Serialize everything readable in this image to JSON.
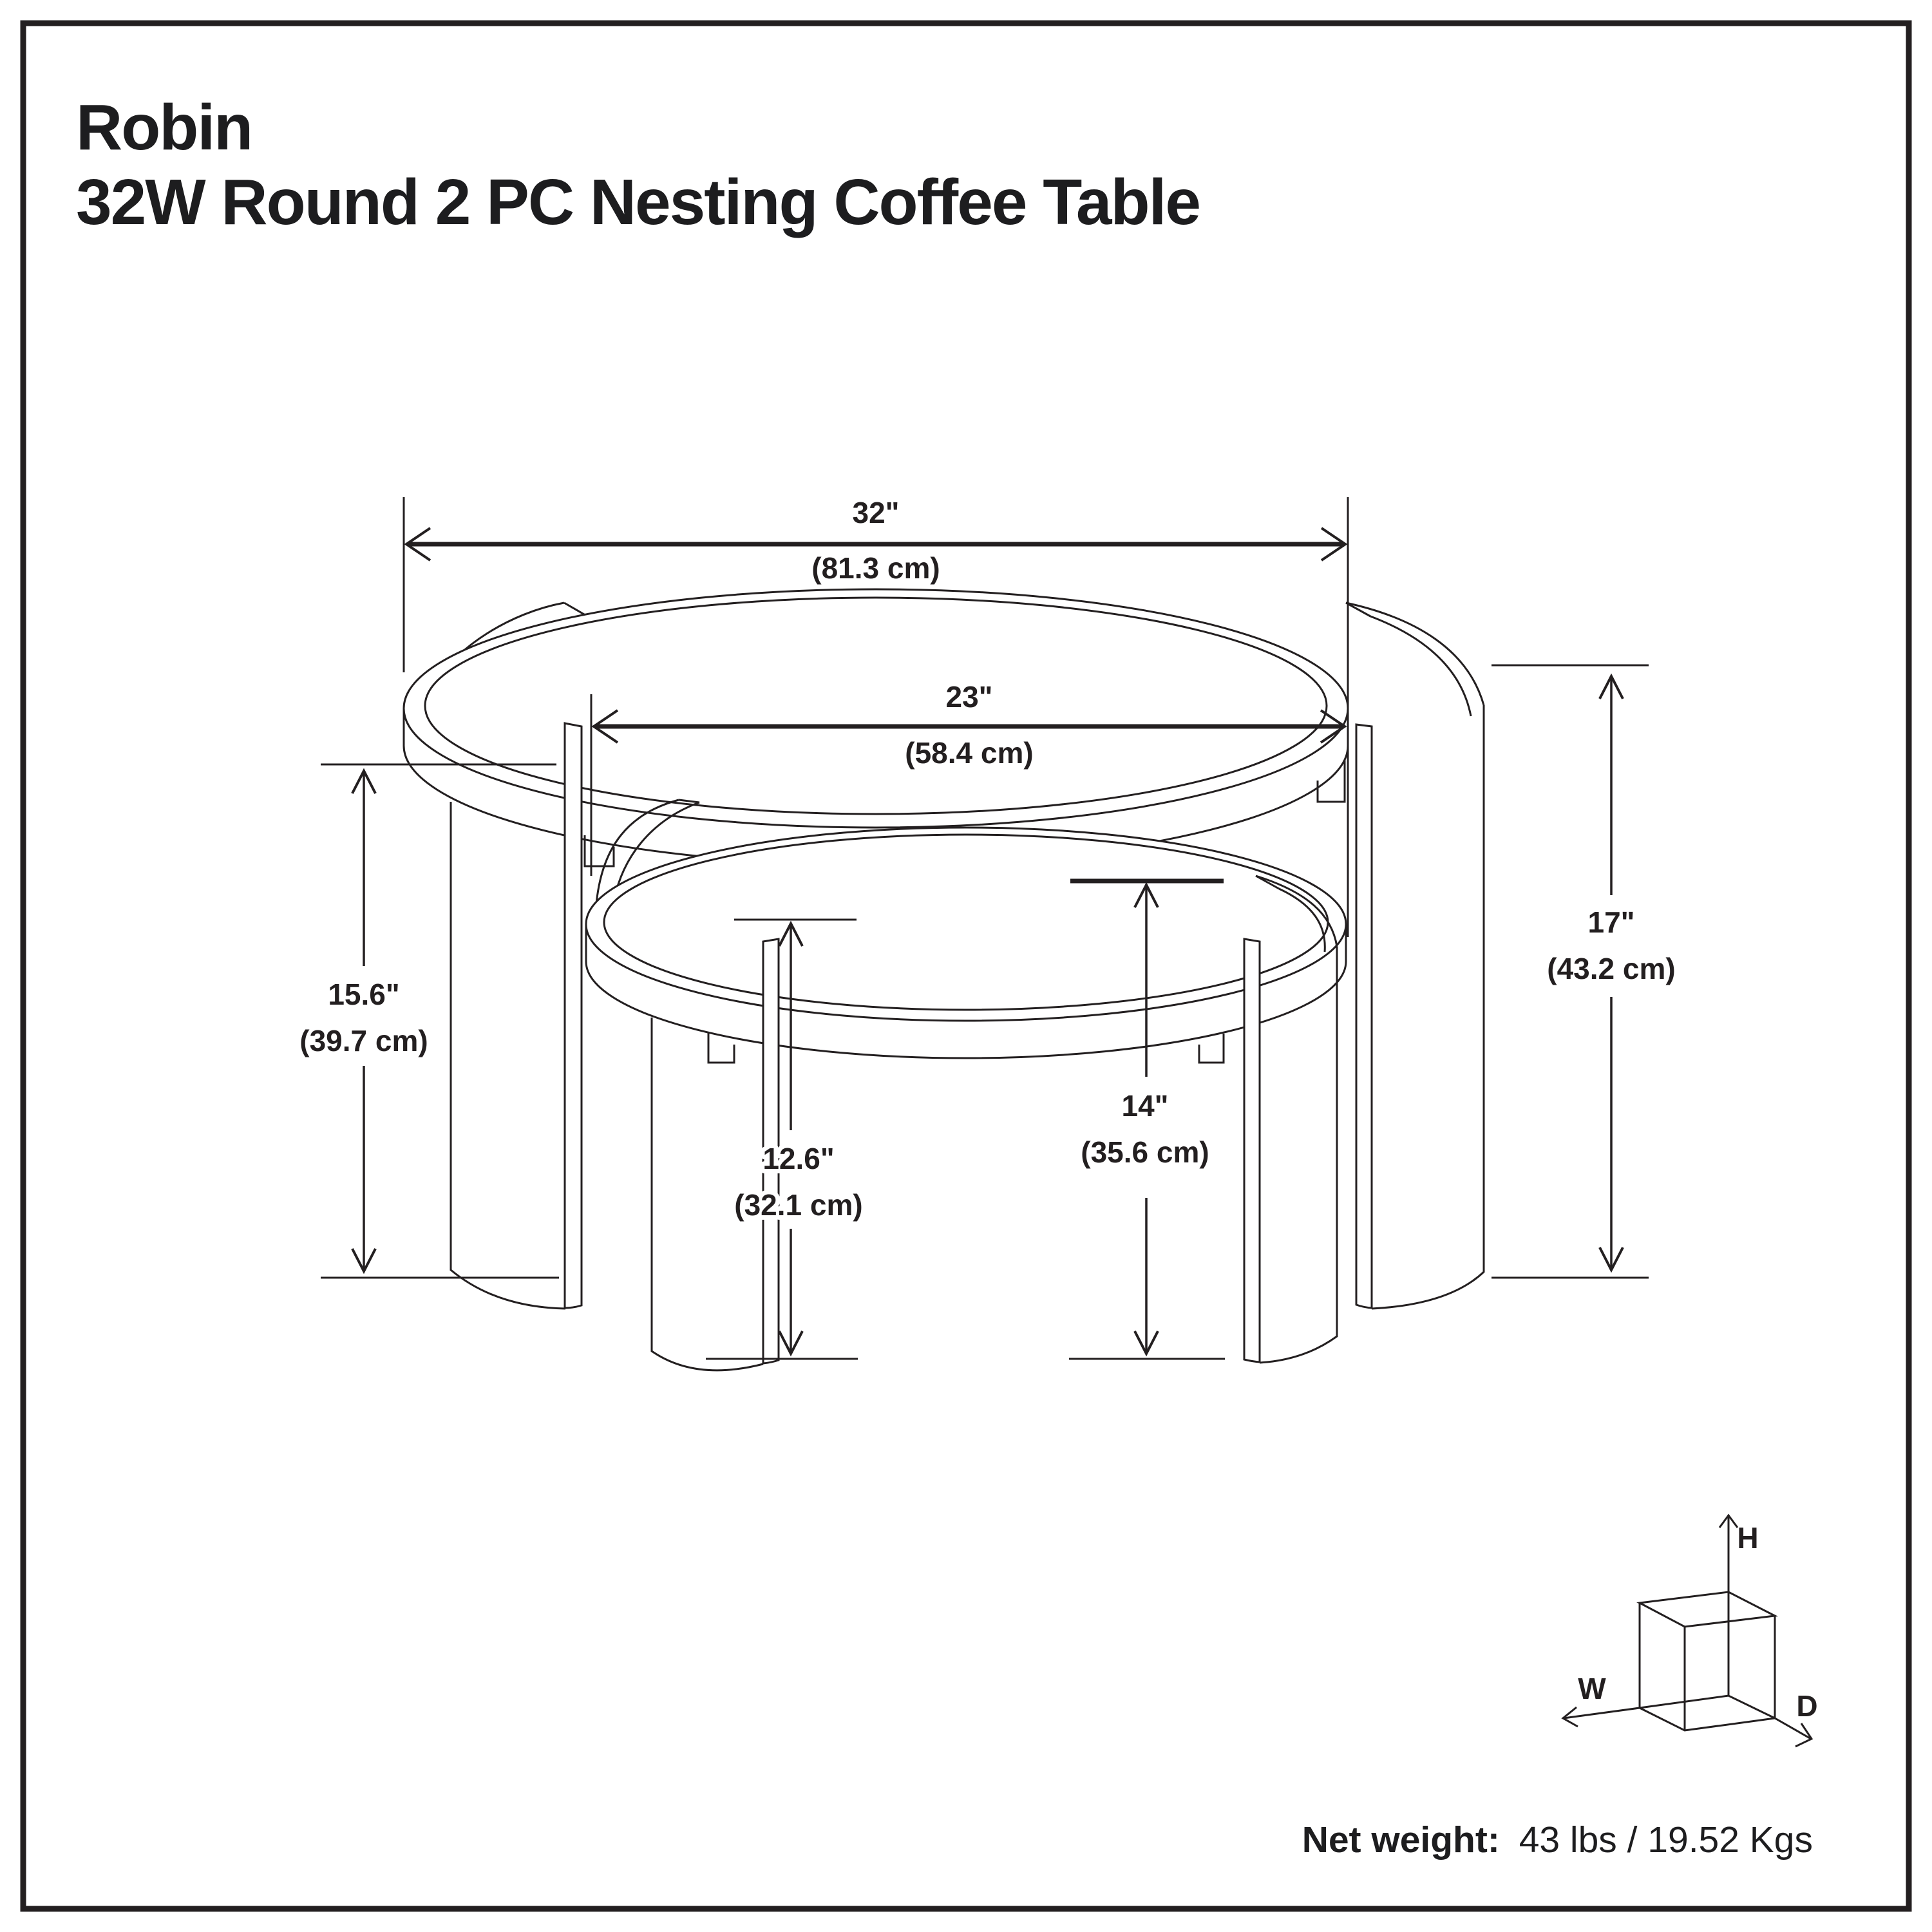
{
  "title": {
    "line1": "Robin",
    "line2": "32W Round 2 PC Nesting Coffee Table"
  },
  "dimensions": {
    "overall_width": {
      "inches": "32\"",
      "cm": "(81.3 cm)"
    },
    "inner_width": {
      "inches": "23\"",
      "cm": "(58.4 cm)"
    },
    "large_table_leg_height": {
      "inches": "15.6\"",
      "cm": "(39.7 cm)"
    },
    "small_table_leg_height": {
      "inches": "12.6\"",
      "cm": "(32.1 cm)"
    },
    "small_table_height": {
      "inches": "14\"",
      "cm": "(35.6 cm)"
    },
    "large_table_height": {
      "inches": "17\"",
      "cm": "(43.2 cm)"
    }
  },
  "axis_indicator": {
    "height_label": "H",
    "width_label": "W",
    "depth_label": "D"
  },
  "footer": {
    "net_weight_label": "Net weight:",
    "net_weight_value": "43 lbs / 19.52 Kgs"
  },
  "colors": {
    "line": "#231f20",
    "background": "#ffffff"
  }
}
